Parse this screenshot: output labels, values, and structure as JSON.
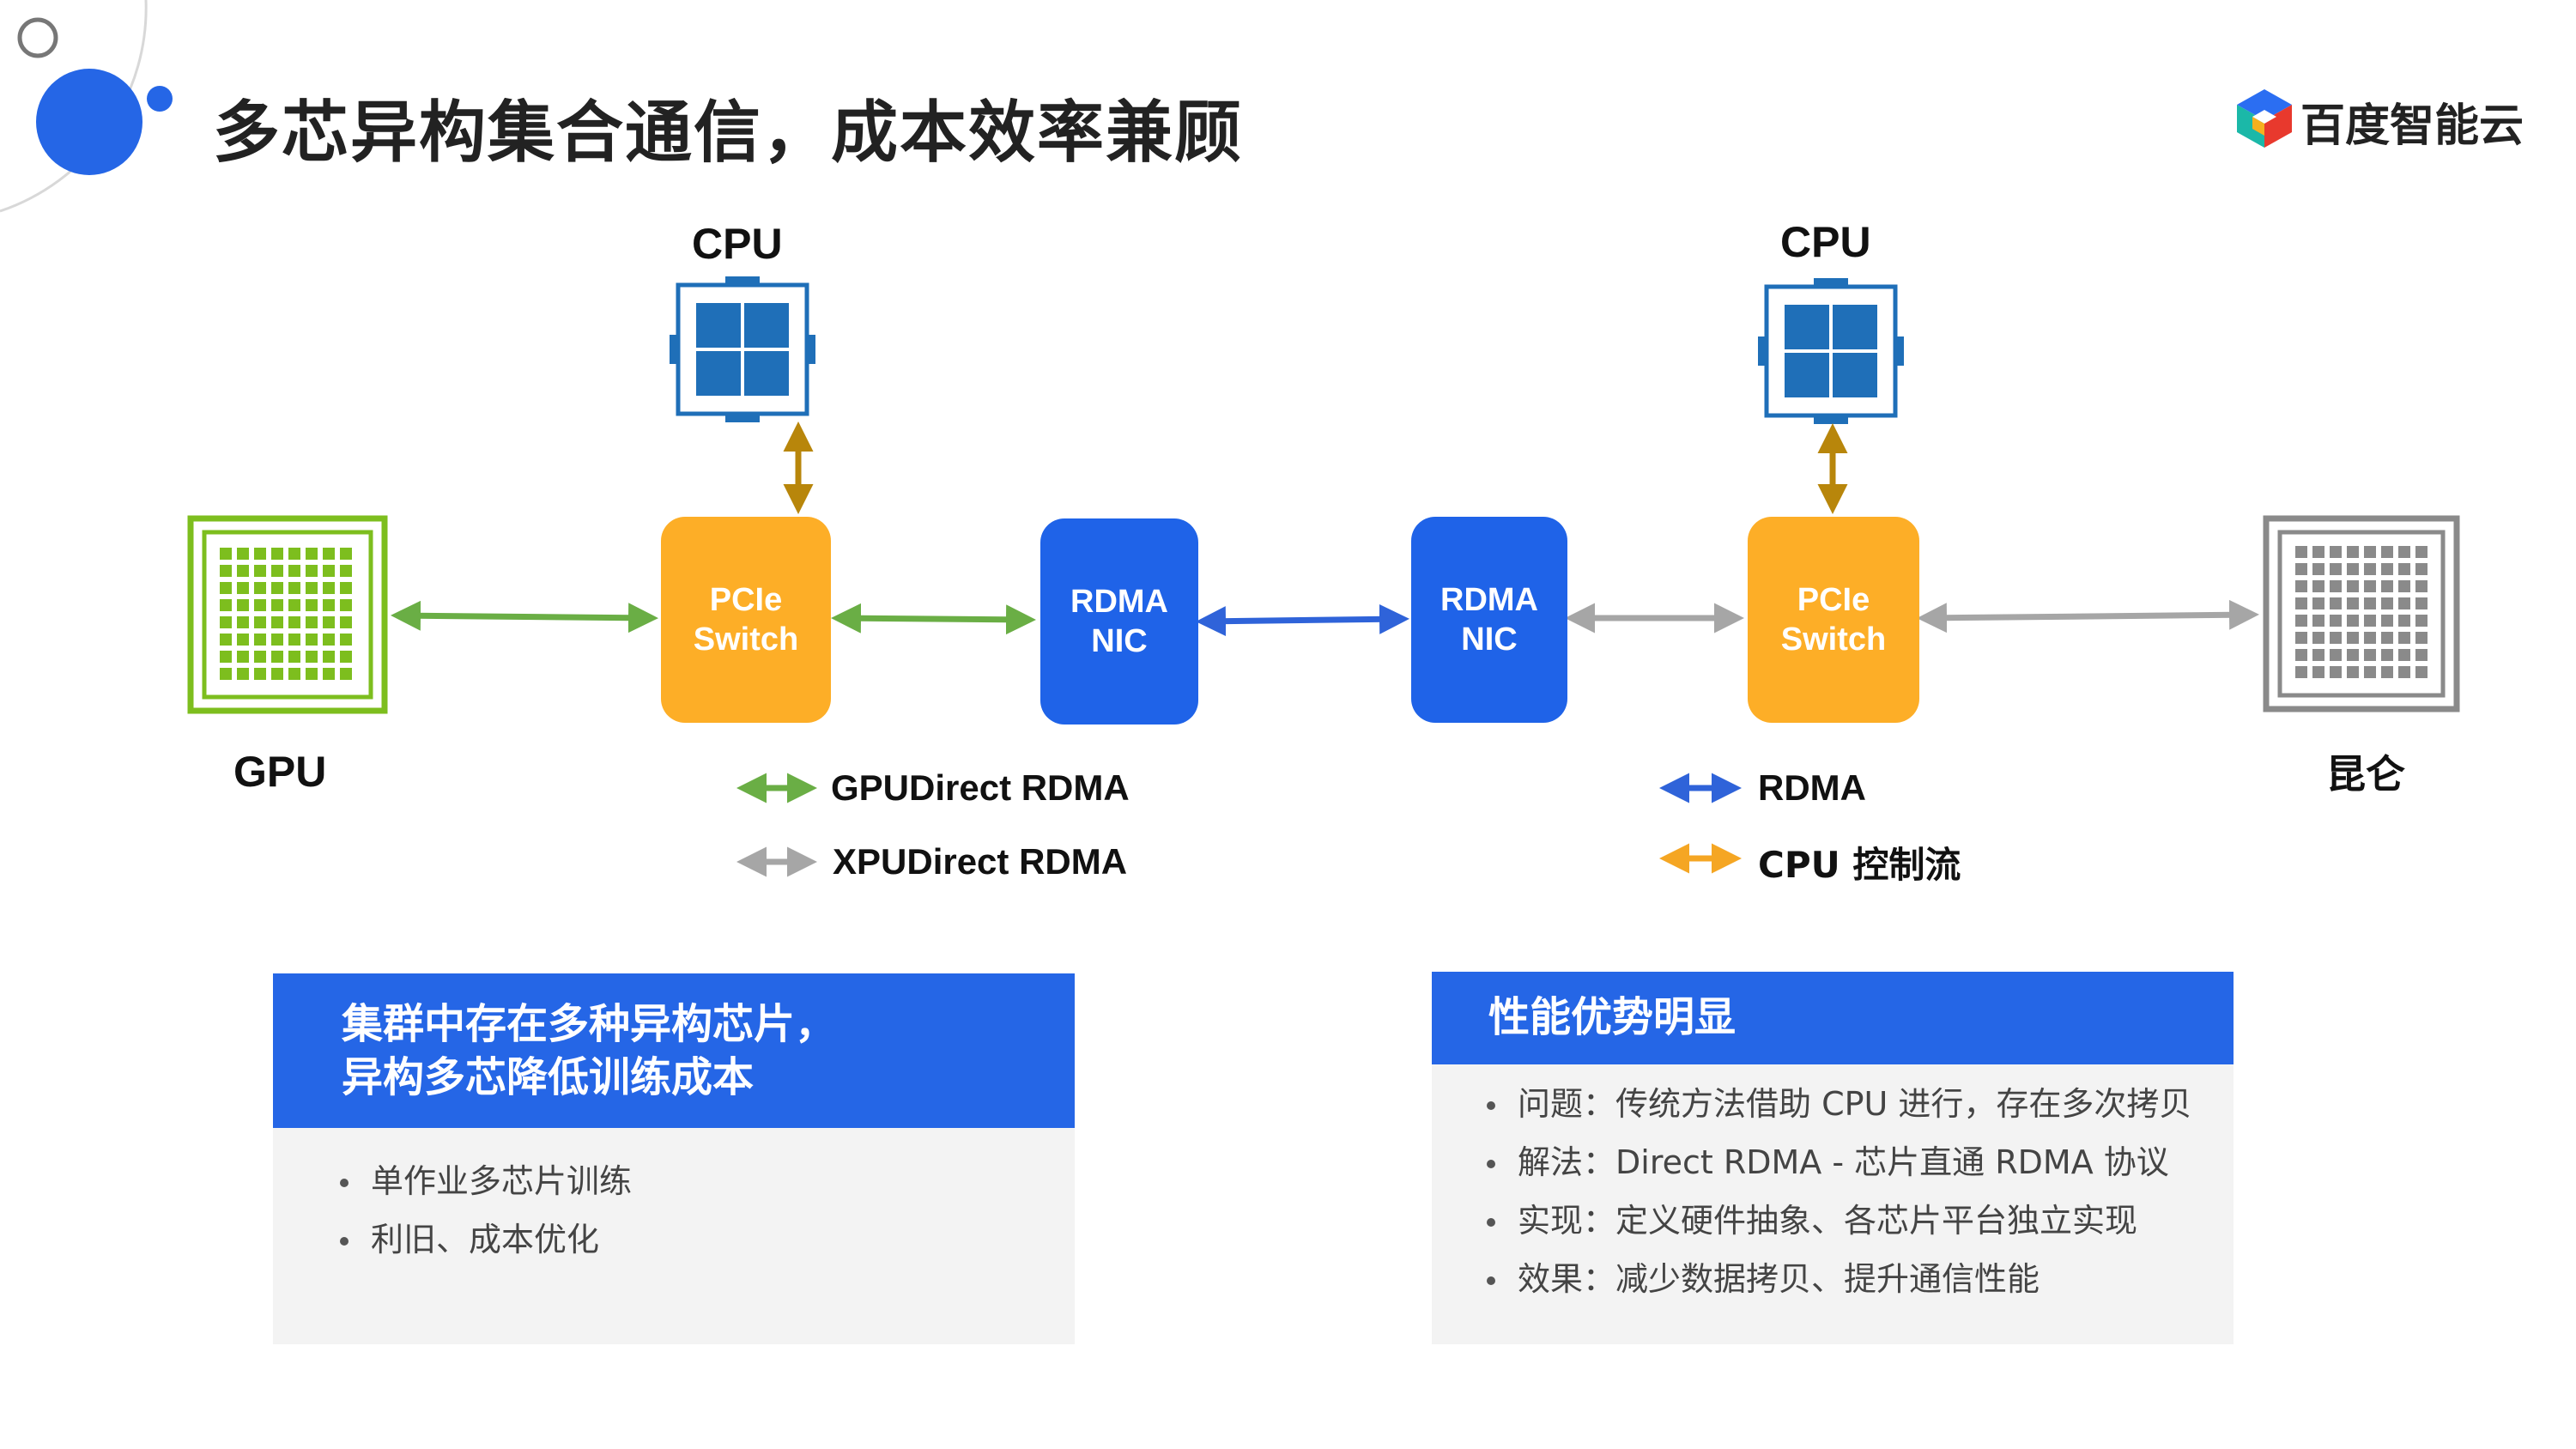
{
  "title": "多芯异构集合通信，成本效率兼顾",
  "brand": {
    "name": "百度智能云",
    "logo_icon": "baidu-cloud-cube-icon",
    "colors": [
      "#2B6EF2",
      "#1BB8A8",
      "#E8392D",
      "#F6B01E"
    ]
  },
  "diagram": {
    "left_cpu_label": "CPU",
    "right_cpu_label": "CPU",
    "gpu_label": "GPU",
    "kunlun_label": "昆仑",
    "left_switch": {
      "line1": "PCIe",
      "line2": "Switch"
    },
    "right_switch": {
      "line1": "PCIe",
      "line2": "Switch"
    },
    "left_nic": {
      "line1": "RDMA",
      "line2": "NIC"
    },
    "right_nic": {
      "line1": "RDMA",
      "line2": "NIC"
    }
  },
  "legend": {
    "gpudirect": {
      "label": "GPUDirect RDMA",
      "color": "#6AAE45"
    },
    "xpudirect": {
      "label": "XPUDirect RDMA",
      "color": "#A6A6A6"
    },
    "rdma": {
      "label": "RDMA",
      "color": "#2F63D9"
    },
    "cpu_control": {
      "label": "CPU 控制流",
      "color": "#F5A623"
    }
  },
  "colors": {
    "cpu_control_arrow": "#B8860B",
    "gpu_chip": "#7DBE1E",
    "kunlun_chip": "#8A8A8A",
    "cpu_chip": "#1F6FB8",
    "switch": "#FDAE27",
    "nic": "#1F63E8"
  },
  "cards": {
    "left": {
      "title_line1": "集群中存在多种异构芯片，",
      "title_line2": "异构多芯降低训练成本",
      "bullets": [
        "单作业多芯片训练",
        "利旧、成本优化"
      ]
    },
    "right": {
      "title": "性能优势明显",
      "bullets": [
        "问题：传统方法借助 CPU 进行，存在多次拷贝",
        "解法：Direct RDMA - 芯片直通 RDMA 协议",
        "实现：定义硬件抽象、各芯片平台独立实现",
        "效果：减少数据拷贝、提升通信性能"
      ]
    }
  }
}
